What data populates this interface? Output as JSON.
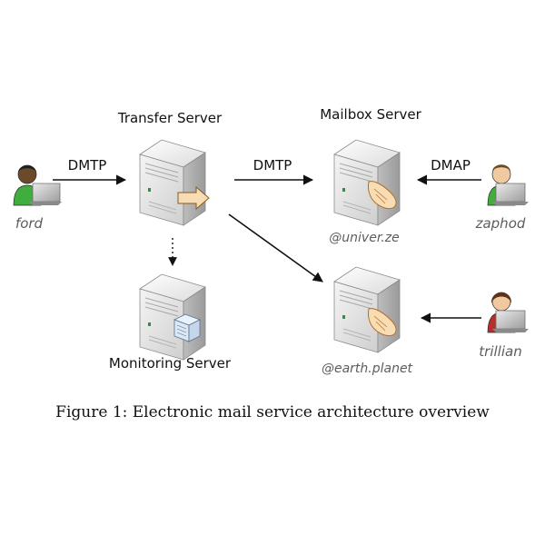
{
  "servers": {
    "transfer": "Transfer Server",
    "mailbox": "Mailbox Server",
    "monitoring": "Monitoring Server"
  },
  "hosts": {
    "univer": "@univer.ze",
    "earth": "@earth.planet"
  },
  "users": {
    "ford": "ford",
    "zaphod": "zaphod",
    "trillian": "trillian"
  },
  "protocols": {
    "dmtp_ford": "DMTP",
    "dmtp_transfer": "DMTP",
    "dmap": "DMAP"
  },
  "caption": "Figure 1:  Electronic mail service architecture overview",
  "colors": {
    "ford_shirt": "#3fae3f",
    "zaphod_shirt": "#3fae3f",
    "trillian_shirt": "#b5302a",
    "ford_skin": "#6b4a2b",
    "light_skin": "#f0c9a0",
    "hand_outline": "#b0702a"
  }
}
